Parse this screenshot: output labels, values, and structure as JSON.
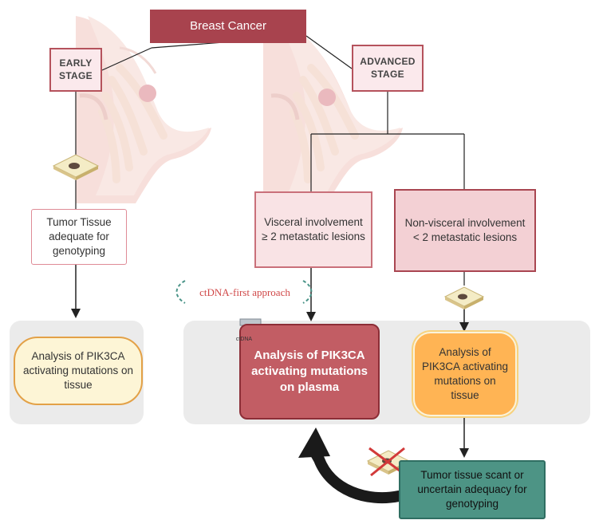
{
  "title": "Breast Cancer",
  "stages": {
    "early": "EARLY STAGE",
    "advanced": "ADVANCED STAGE"
  },
  "boxes": {
    "tumor_tissue": "Tumor Tissue adequate for genotyping",
    "visceral": "Visceral involvement ≥ 2 metastatic lesions",
    "non_visceral": "Non-visceral involvement < 2 metastatic lesions",
    "analysis_tissue_early": "Analysis of PIK3CA activating mutations on tissue",
    "analysis_plasma": "Analysis of PIK3CA activating mutations on plasma",
    "analysis_tissue_advanced": "Analysis of PIK3CA activating mutations on tissue",
    "tissue_scant": "Tumor tissue scant or uncertain adequacy for genotyping"
  },
  "annotations": {
    "ctdna_first": "ctDNA-first approach",
    "tube_label": "ctDNA"
  },
  "icons": {
    "breast_illustration": "breast-anatomy-illustration",
    "tissue_slide": "tissue-slide-icon",
    "blood_tube": "ctdna-tube-icon",
    "crossed_slide": "crossed-tissue-slide-icon",
    "return_arrow": "curved-return-arrow"
  },
  "colors": {
    "title_bg": "#a8434e",
    "stage_border": "#b5525c",
    "plasma_box": "#c25d64",
    "tissue_box_advanced": "#ffb454",
    "scant_box": "#4d9485",
    "panel_grey": "#ebebeb",
    "annotation_red": "#d04848"
  }
}
